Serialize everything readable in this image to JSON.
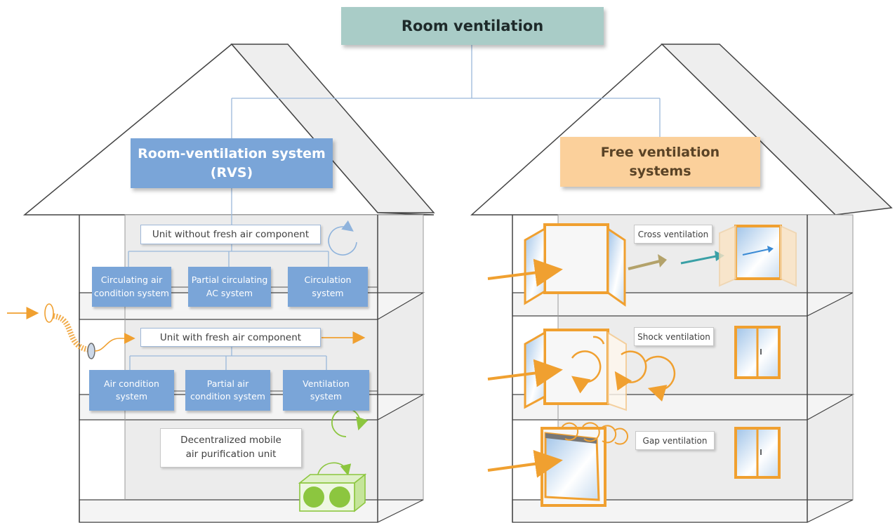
{
  "title": "Room ventilation",
  "rvs": {
    "title": "Room-ventilation system\n(RVS)",
    "unit_without": "Unit without fresh air component",
    "unit_with": "Unit with fresh air component",
    "without_items": [
      "Circulating air\ncondition system",
      "Partial circulating\nAC system",
      "Circulation\nsystem"
    ],
    "with_items": [
      "Air condition\nsystem",
      "Partial air\ncondition system",
      "Ventilation\nsystem"
    ],
    "mobile_unit": "Decentralized mobile\nair purification unit"
  },
  "free": {
    "title": "Free ventilation\nsystems",
    "types": [
      "Cross ventilation",
      "Shock ventilation",
      "Gap ventilation"
    ]
  },
  "colors": {
    "header": "#a9ccc7",
    "rvs_box": "#7aa5d8",
    "free_box": "#fbd09b",
    "arrow_orange": "#f0a030",
    "circulation_blue": "#8fb3dc",
    "purifier_green": "#8cc63f",
    "cross_arrow_olive": "#b3a26a",
    "cross_arrow_teal": "#3aa0a6",
    "line": "#9ab8da"
  }
}
